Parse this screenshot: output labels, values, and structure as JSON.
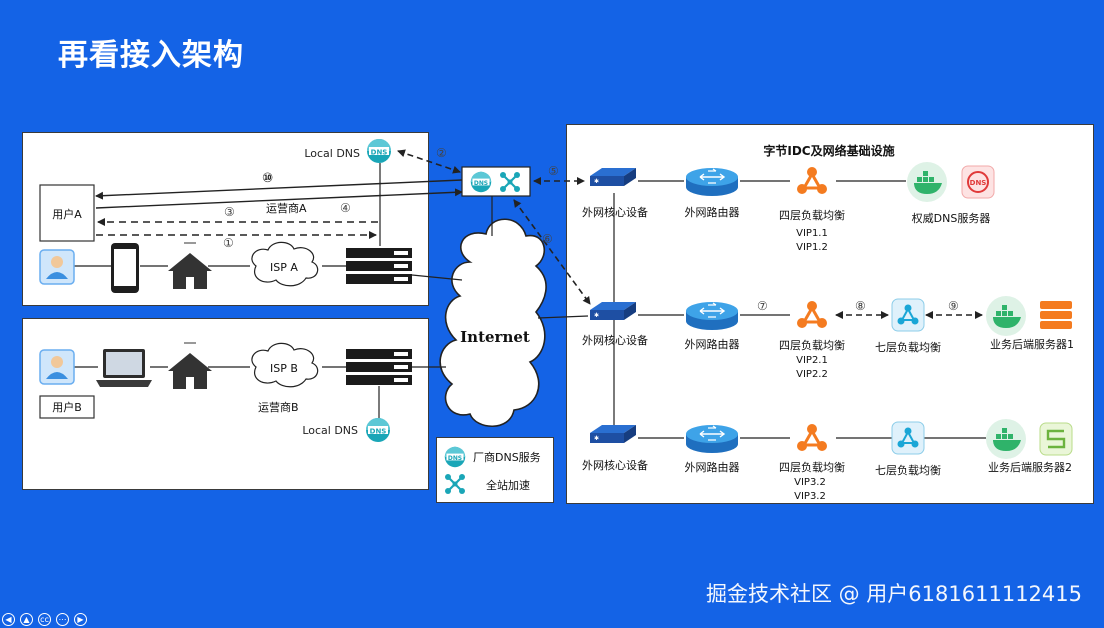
{
  "slide_title": "再看接入架构",
  "idc_title": "字节IDC及网络基础设施",
  "internet_label": "Internet",
  "local_dns_a": "Local DNS",
  "local_dns_b": "Local DNS",
  "dns_icon_text": "DNS",
  "user_a": "用户A",
  "user_b": "用户B",
  "isp_a": "ISP A",
  "isp_b": "ISP B",
  "operator_a": "运营商A",
  "operator_b": "运营商B",
  "steps": {
    "s1": "①",
    "s2": "②",
    "s3": "③",
    "s4": "④",
    "s5": "⑤",
    "s6": "⑥",
    "s7": "⑦",
    "s8": "⑧",
    "s9": "⑨",
    "s10": "⑩"
  },
  "rows": [
    {
      "core": "外网核心设备",
      "router": "外网路由器",
      "l4": "四层负载均衡",
      "vips": [
        "VIP1.1",
        "VIP1.2"
      ],
      "end": "权威DNS服务器"
    },
    {
      "core": "外网核心设备",
      "router": "外网路由器",
      "l4": "四层负载均衡",
      "vips": [
        "VIP2.1",
        "VIP2.2"
      ],
      "l7": "七层负载均衡",
      "end": "业务后端服务器1"
    },
    {
      "core": "外网核心设备",
      "router": "外网路由器",
      "l4": "四层负载均衡",
      "vips": [
        "VIP3.2",
        "VIP3.2"
      ],
      "l7": "七层负载均衡",
      "end": "业务后端服务器2"
    }
  ],
  "legend": {
    "dns_service": "厂商DNS服务",
    "acceleration": "全站加速"
  },
  "watermark": "掘金技术社区 @ 用户6181611112415",
  "colors": {
    "background": "#1463e6",
    "dns_teal": "#1aa6b7",
    "lb_orange": "#f47b20",
    "router_blue": "#2e8fd6",
    "docker_green": "#2fb36a"
  }
}
